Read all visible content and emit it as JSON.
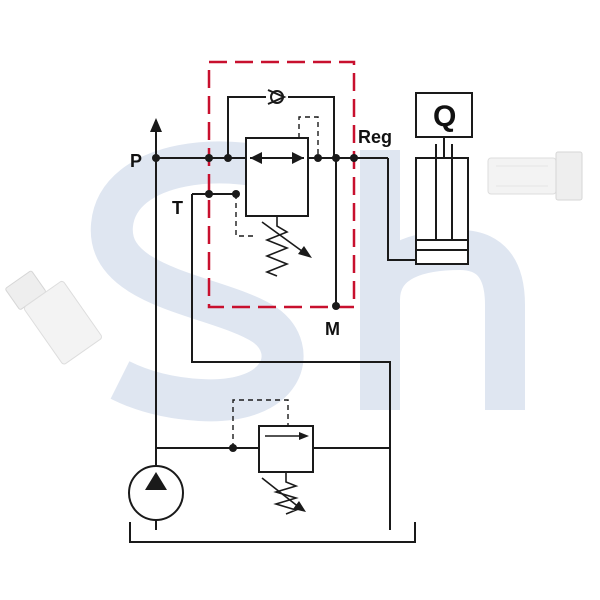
{
  "diagram": {
    "labels": {
      "port_p": "P",
      "port_t": "T",
      "port_reg": "Reg",
      "port_m": "M",
      "flow_meter": "Q"
    }
  },
  "colors": {
    "line": "#1a1a1a",
    "frame": "#c8102e",
    "watermark": "#dfe6f1",
    "fitting": "#eeeeee"
  }
}
